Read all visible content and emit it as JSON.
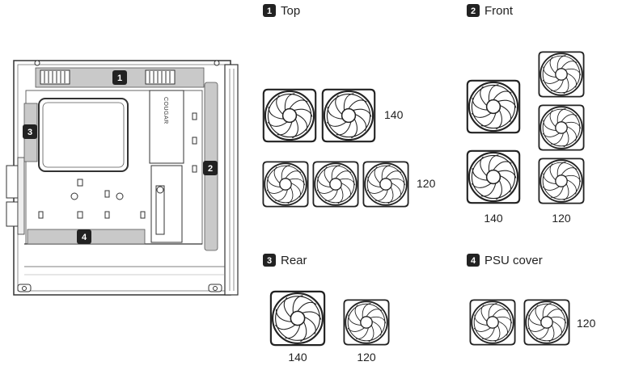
{
  "case": {
    "brand_label": "COUGAR",
    "zones": [
      {
        "number": "1"
      },
      {
        "number": "2"
      },
      {
        "number": "3"
      },
      {
        "number": "4"
      }
    ]
  },
  "sections": {
    "top": {
      "number": "1",
      "title": "Top",
      "size_140": "140",
      "size_120": "120"
    },
    "front": {
      "number": "2",
      "title": "Front",
      "size_140": "140",
      "size_120": "120"
    },
    "rear": {
      "number": "3",
      "title": "Rear",
      "size_140": "140",
      "size_120": "120"
    },
    "psu": {
      "number": "4",
      "title": "PSU cover",
      "size_120": "120"
    }
  },
  "icons": {
    "fan": "fan-icon",
    "badge": "number-badge"
  }
}
